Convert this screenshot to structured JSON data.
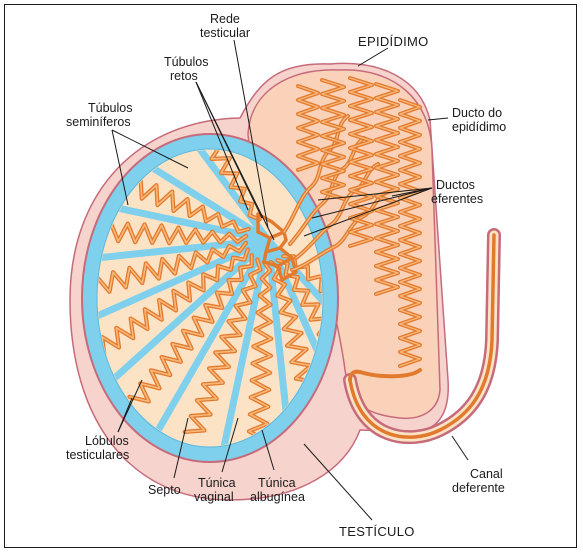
{
  "labels": {
    "rede_testicular": [
      "Rede",
      "testicular"
    ],
    "tubulos_retos": [
      "Túbulos",
      "retos"
    ],
    "epididimo": "EPIDÍDIMO",
    "tubulos_seminiferos": [
      "Túbulos",
      "seminíferos"
    ],
    "ducto_epididimo": [
      "Ducto do",
      "epidídimo"
    ],
    "ductos_eferentes": [
      "Ductos",
      "eferentes"
    ],
    "lobulos_testiculares": [
      "Lóbulos",
      "testiculares"
    ],
    "tunica_vaginal": [
      "Túnica",
      "vaginal"
    ],
    "tunica_albuginea": [
      "Túnica",
      "albugínea"
    ],
    "septo": "Septo",
    "canal_deferente": [
      "Canal",
      "deferente"
    ],
    "testiculo": "TESTÍCULO"
  },
  "colors": {
    "outer_sac": "#f6d3cc",
    "outer_sac_stroke": "#c66b7a",
    "tunica_vaginal": "#7fd0ec",
    "lobule_fill": "#fde3c6",
    "tubule": "#e27a2e",
    "tubule_inner": "#f8b87a",
    "epididymis_fill": "#f9d2b9"
  }
}
